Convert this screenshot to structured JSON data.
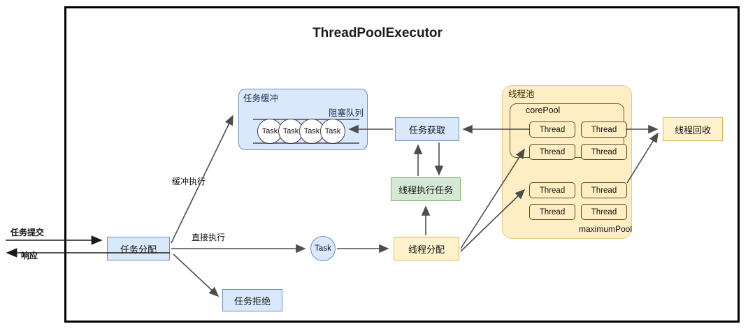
{
  "diagram": {
    "title": "ThreadPoolExecutor",
    "external_labels": {
      "submit": "任务提交",
      "response": "响应"
    },
    "edge_labels": {
      "buffer_exec": "缓冲执行",
      "direct_exec": "直接执行"
    },
    "nodes": {
      "assign": {
        "label": "任务分配",
        "fill": "#dae8fc",
        "stroke": "#6c8ebf"
      },
      "reject": {
        "label": "任务拒绝",
        "fill": "#dae8fc",
        "stroke": "#6c8ebf"
      },
      "buffer": {
        "label": "任务缓冲",
        "fill": "#dae8fc",
        "stroke": "#6c8ebf"
      },
      "blocking_queue": {
        "label": "阻塞队列"
      },
      "task_circle": {
        "label": "Task",
        "fill": "#dae8fc",
        "stroke": "#6c8ebf"
      },
      "fetch": {
        "label": "任务获取",
        "fill": "#dae8fc",
        "stroke": "#6c8ebf"
      },
      "thread_exec": {
        "label": "线程执行任务",
        "fill": "#d5e8d4",
        "stroke": "#82b366"
      },
      "thread_alloc": {
        "label": "线程分配",
        "fill": "#fff2cc",
        "stroke": "#d6b656"
      },
      "thread_recycle": {
        "label": "线程回收",
        "fill": "#fff2cc",
        "stroke": "#d6b656"
      },
      "pool": {
        "label": "线程池",
        "fill": "#fdeec3",
        "stroke": "#e8c98a"
      },
      "core_pool": {
        "label": "corePool"
      },
      "maximum_pool": {
        "label": "maximumPool"
      }
    },
    "queue_tasks": [
      "Task",
      "Task",
      "Task",
      "Task"
    ],
    "core_threads": [
      "Thread",
      "Thread",
      "Thread",
      "Thread"
    ],
    "maximum_threads": [
      "Thread",
      "Thread",
      "Thread",
      "Thread"
    ]
  }
}
